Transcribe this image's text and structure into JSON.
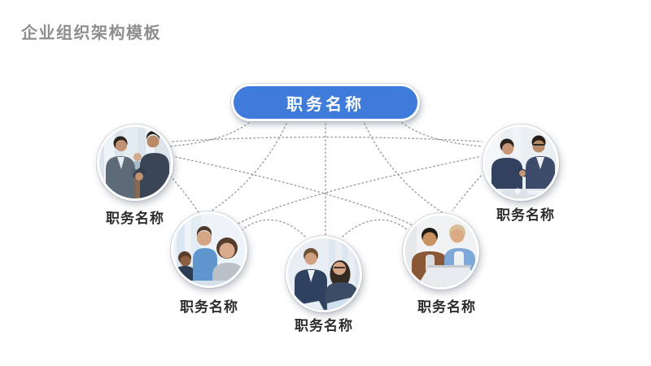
{
  "slide": {
    "title": "企业组织架构模板",
    "root_node": {
      "label": "职务名称"
    },
    "nodes": [
      {
        "label": "职务名称",
        "photo": "businessmen-handshake-photo"
      },
      {
        "label": "职务名称",
        "photo": "office-team-photo"
      },
      {
        "label": "职务名称",
        "photo": "colleagues-reviewing-documents-photo"
      },
      {
        "label": "职务名称",
        "photo": "casual-coworkers-laptop-photo"
      },
      {
        "label": "职务名称",
        "photo": "businessmen-meeting-photo"
      }
    ],
    "colors": {
      "accent_blue": "#3E7BDA",
      "title_gray": "#8E8E8E",
      "label_dark": "#2E2E2E",
      "connector_gray": "#98A0A6",
      "background": "#FFFFFF"
    }
  }
}
